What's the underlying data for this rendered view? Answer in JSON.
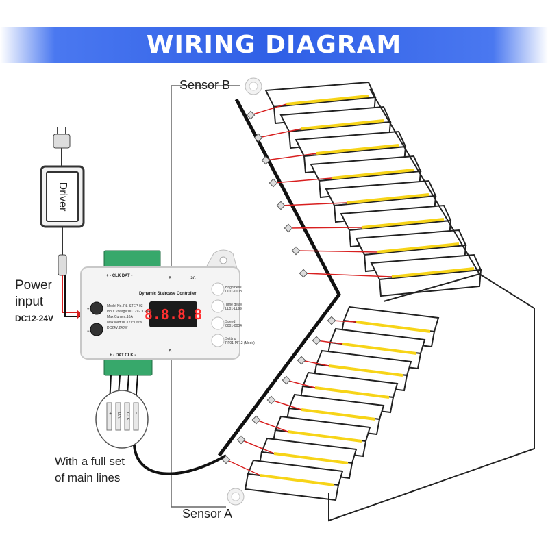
{
  "title": "WIRING DIAGRAM",
  "labels": {
    "sensor_b": "Sensor B",
    "sensor_a": "Sensor A",
    "driver": "Driver",
    "power_line1": "Power",
    "power_line2": "input",
    "power_spec": "DC12-24V",
    "main_lines_1": "With a full set",
    "main_lines_2": "of main lines"
  },
  "controller": {
    "name": "Dynamic Staircase Controller",
    "display": "8.8.8.8",
    "top_terminal": "+  -  CLK  DAT  -",
    "bottom_terminal": "+  -  DAT  CLK  -",
    "port_b_top": "B",
    "port_b_top2": "2C",
    "port_a": "A",
    "spec_lines": [
      "Model No.:RL-STEP-03",
      "Input Voltage:DC12V-DC24V",
      "Max Current:10A",
      "Max load:DC12V:120W",
      "DC24V:240W"
    ],
    "buttons": [
      {
        "label": "Brightness",
        "sub": "0001-0008"
      },
      {
        "label": "Time delay",
        "sub": "LL01-LL99"
      },
      {
        "label": "Speed",
        "sub": "0001-0004"
      },
      {
        "label": "Setting",
        "sub": "PF01-PF12 (Mode)"
      }
    ]
  },
  "wire_tags": [
    "+",
    "DAT",
    "CLK",
    "-"
  ],
  "colors": {
    "banner": "#2f5fe6",
    "wire_red": "#d81f1f",
    "wire_black": "#111111",
    "led_yellow": "#f7d418",
    "terminal_green": "#3cb371"
  }
}
